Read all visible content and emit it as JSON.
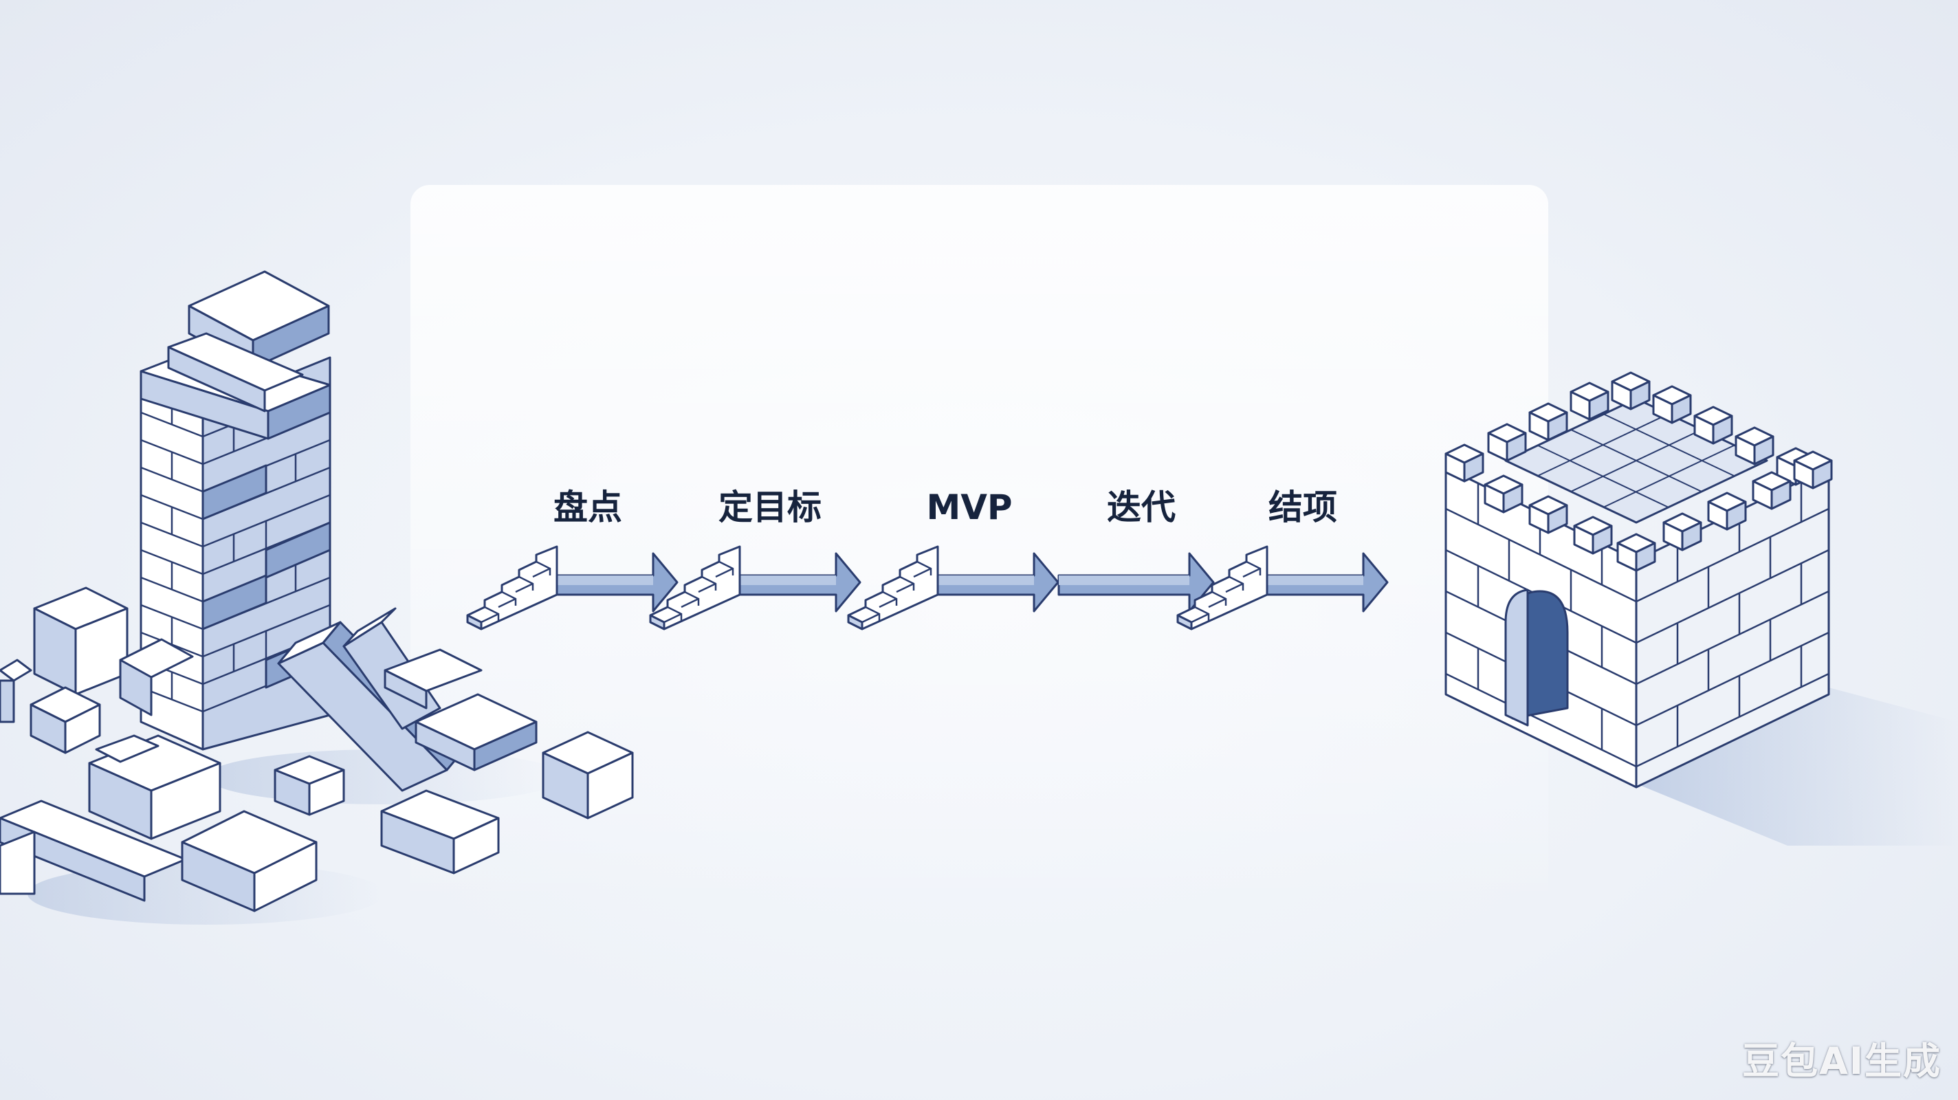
{
  "steps": [
    {
      "label": "盘点"
    },
    {
      "label": "定目标"
    },
    {
      "label": "MVP"
    },
    {
      "label": "迭代"
    },
    {
      "label": "结项"
    }
  ],
  "watermark": "豆包AI生成",
  "colors": {
    "outline": "#2a3c6e",
    "block_face": "#ffffff",
    "block_side": "#c5d2ea",
    "block_shade": "#8ea6d0",
    "arrow_fill": "#8fa8d2",
    "door": "#3f5f97",
    "background": "#eef2f8"
  }
}
